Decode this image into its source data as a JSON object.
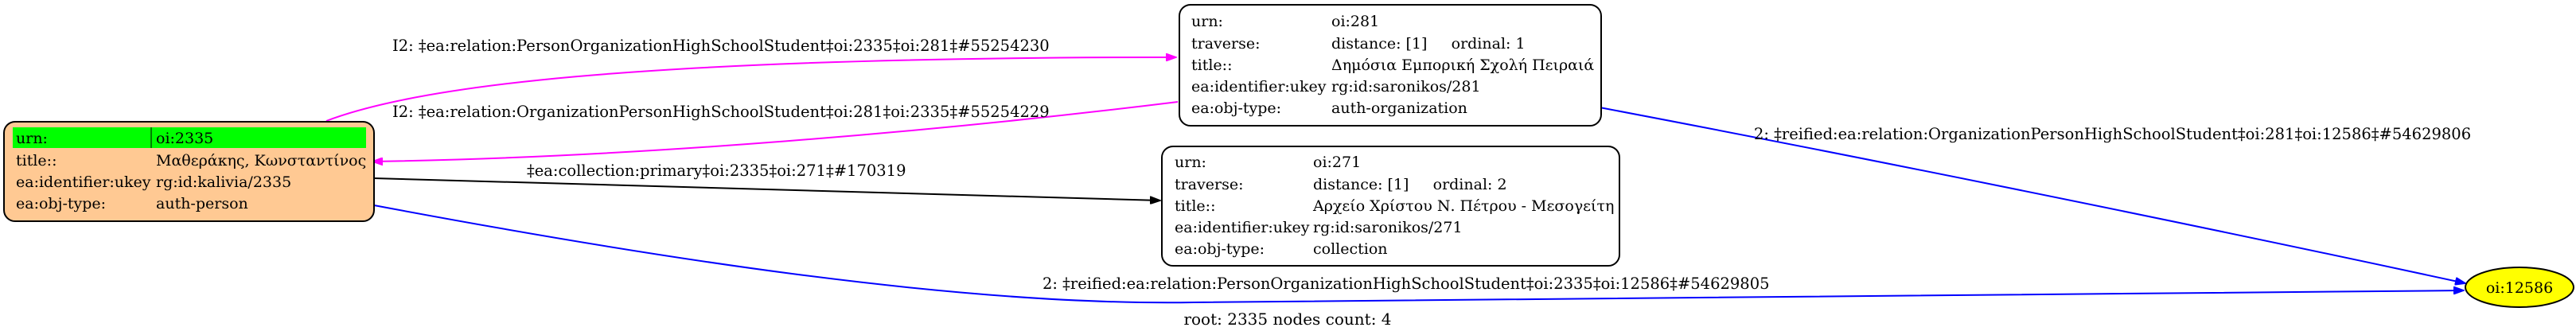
{
  "colors": {
    "magenta_edge": "#ff00ff",
    "blue_edge": "#0000ff",
    "black_edge": "#000000",
    "root_fill": "#ffc993",
    "root_header": "#00ff00",
    "target_fill": "#ffff00"
  },
  "nodes": {
    "root": {
      "rows": [
        {
          "key": "urn:",
          "val": "oi:2335"
        },
        {
          "key": "title::",
          "val": "Μαθεράκης, Κωνσταντίνος"
        },
        {
          "key": "ea:identifier:ukey",
          "val": "rg:id:kalivia/2335"
        },
        {
          "key": "ea:obj-type:",
          "val": "auth-person"
        }
      ]
    },
    "org": {
      "rows": [
        {
          "key": "urn:",
          "val": "oi:281"
        },
        {
          "key": "traverse:",
          "val": "distance: [1]     ordinal: 1"
        },
        {
          "key": "title::",
          "val": "Δημόσια Εμπορική Σχολή Πειραιά"
        },
        {
          "key": "ea:identifier:ukey",
          "val": "rg:id:saronikos/281"
        },
        {
          "key": "ea:obj-type:",
          "val": "auth-organization"
        }
      ]
    },
    "collection": {
      "rows": [
        {
          "key": "urn:",
          "val": "oi:271"
        },
        {
          "key": "traverse:",
          "val": "distance: [1]     ordinal: 2"
        },
        {
          "key": "title::",
          "val": "Αρχείο Χρίστου Ν. Πέτρου - Μεσογείτη"
        },
        {
          "key": "ea:identifier:ukey",
          "val": "rg:id:saronikos/271"
        },
        {
          "key": "ea:obj-type:",
          "val": "collection"
        }
      ]
    },
    "target": {
      "label": "oi:12586"
    }
  },
  "edges": {
    "e1": "I2: ‡ea:relation:PersonOrganizationHighSchoolStudent‡oi:2335‡oi:281‡#55254230",
    "e2": "I2: ‡ea:relation:OrganizationPersonHighSchoolStudent‡oi:281‡oi:2335‡#55254229",
    "e3": "‡ea:collection:primary‡oi:2335‡oi:271‡#170319",
    "e4": "2: ‡reified:ea:relation:OrganizationPersonHighSchoolStudent‡oi:281‡oi:12586‡#54629806",
    "e5": "2: ‡reified:ea:relation:PersonOrganizationHighSchoolStudent‡oi:2335‡oi:12586‡#54629805"
  },
  "footer": "root: 2335 nodes count: 4"
}
